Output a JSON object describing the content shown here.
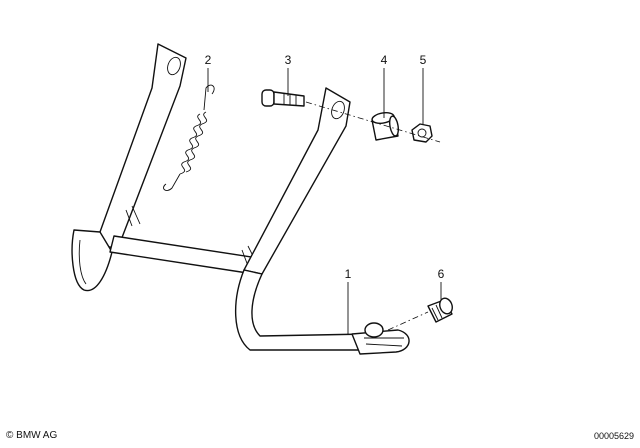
{
  "callouts": [
    {
      "number": "1",
      "part": "main-stand"
    },
    {
      "number": "2",
      "part": "tension-spring"
    },
    {
      "number": "3",
      "part": "bolt"
    },
    {
      "number": "4",
      "part": "bushing"
    },
    {
      "number": "5",
      "part": "nut"
    },
    {
      "number": "6",
      "part": "rubber-buffer"
    }
  ],
  "footer": {
    "copyright": "© BMW AG",
    "diagram_id": "00005629"
  }
}
